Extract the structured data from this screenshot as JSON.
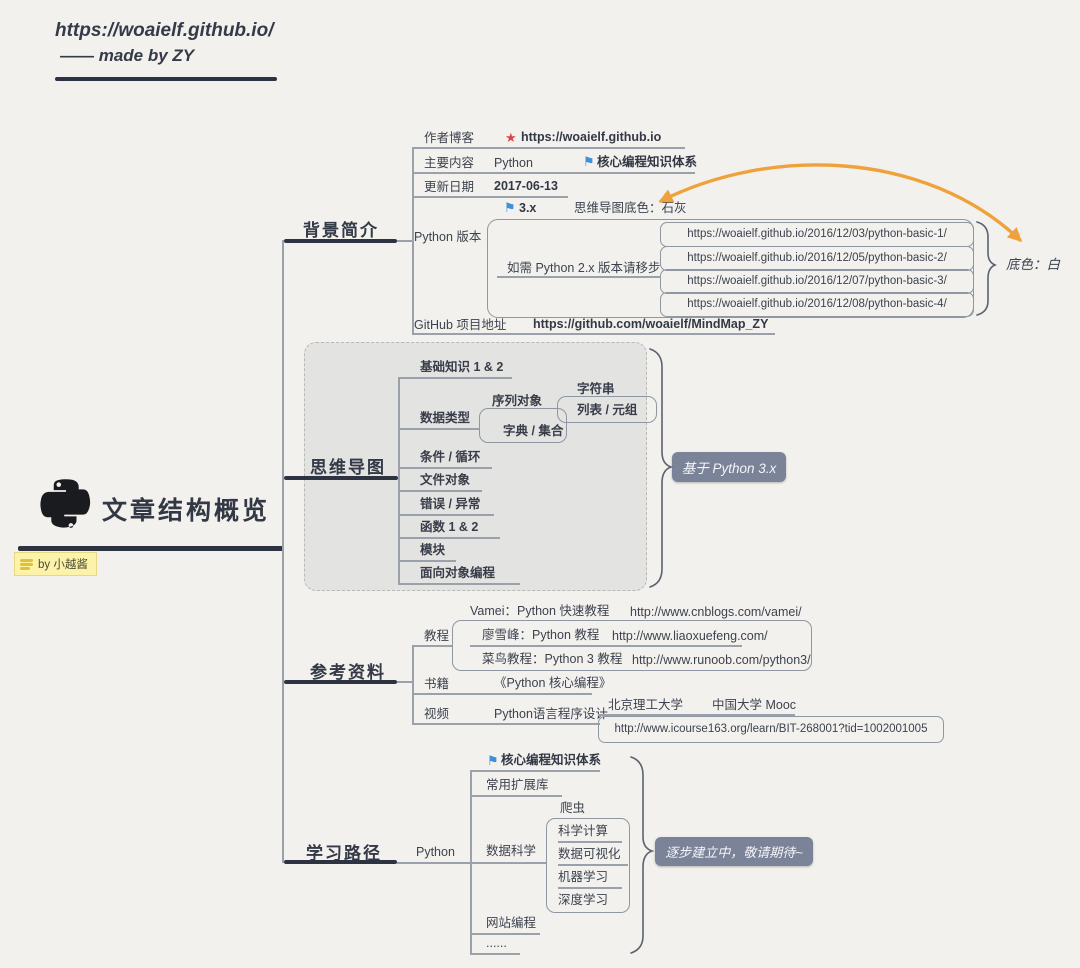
{
  "header": {
    "url": "https://woaielf.github.io/",
    "byline": "—— made by ZY"
  },
  "central": {
    "title": "文章结构概览",
    "note": "by 小越酱"
  },
  "icons": {
    "star": "★",
    "flag": "⚑"
  },
  "colors": {
    "accent_orange": "#efa23b",
    "flag_blue": "#3f8fd6",
    "star_red": "#e04343",
    "callout_bg": "#7a8398",
    "panel_gray": "#e3e3e1",
    "note_yellow": "#fcf3a8",
    "line_dark": "#2d3340",
    "line_gray": "#9aa1ab"
  },
  "background_section": {
    "label": "背景简介",
    "author_label": "作者博客",
    "author_url": "https://woaielf.github.io",
    "content_label": "主要内容",
    "content_value": "Python",
    "content_tag": "核心编程知识体系",
    "date_label": "更新日期",
    "date_value": "2017-06-13",
    "version_label": "Python 版本",
    "version_value": "3.x",
    "version_note": "思维导图底色：石灰",
    "py2_label": "如需 Python 2.x 版本请移步",
    "py2_urls": [
      "https://woaielf.github.io/2016/12/03/python-basic-1/",
      "https://woaielf.github.io/2016/12/05/python-basic-2/",
      "https://woaielf.github.io/2016/12/07/python-basic-3/",
      "https://woaielf.github.io/2016/12/08/python-basic-4/"
    ],
    "github_label": "GitHub 项目地址",
    "github_url": "https://github.com/woaielf/MindMap_ZY",
    "white_note": "底色：白"
  },
  "mindmap_section": {
    "label": "思维导图",
    "items": {
      "basics": "基础知识 1 & 2",
      "datatype": "数据类型",
      "sequence": "序列对象",
      "string": "字符串",
      "list_tuple": "列表 / 元组",
      "dict_set": "字典 / 集合",
      "condition": "条件 / 循环",
      "file": "文件对象",
      "error": "错误 / 异常",
      "function": "函数 1 & 2",
      "module": "模块",
      "oop": "面向对象编程"
    },
    "callout": "基于 Python 3.x"
  },
  "reference_section": {
    "label": "参考资料",
    "tutorial_label": "教程",
    "tutorials": [
      {
        "name": "Vamei：Python 快速教程",
        "url": "http://www.cnblogs.com/vamei/"
      },
      {
        "name": "廖雪峰：Python 教程",
        "url": "http://www.liaoxuefeng.com/"
      },
      {
        "name": "菜鸟教程：Python 3 教程",
        "url": "http://www.runoob.com/python3/"
      }
    ],
    "book_label": "书籍",
    "book_value": "《Python 核心编程》",
    "video_label": "视频",
    "video_value": "Python语言程序设计",
    "video_org": "北京理工大学",
    "video_platform": "中国大学 Mooc",
    "video_url": "http://www.icourse163.org/learn/BIT-268001?tid=1002001005"
  },
  "path_section": {
    "label": "学习路径",
    "root": "Python",
    "core_tag": "核心编程知识体系",
    "ext_lib": "常用扩展库",
    "datascience": "数据科学",
    "ds_items": [
      "爬虫",
      "科学计算",
      "数据可视化",
      "机器学习",
      "深度学习"
    ],
    "web": "网站编程",
    "more": "......",
    "callout": "逐步建立中，敬请期待~"
  }
}
